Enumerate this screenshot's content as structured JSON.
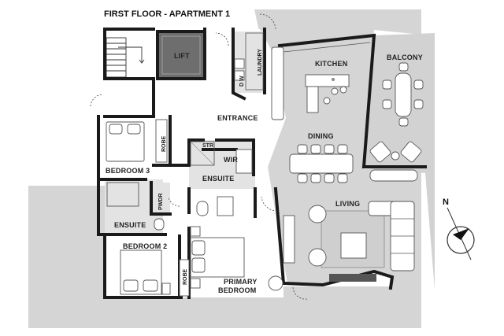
{
  "title": "FIRST FLOOR - APARTMENT 1",
  "rooms": {
    "lift": "LIFT",
    "laundry": "LAUNDRY",
    "kitchen": "KITCHEN",
    "balcony": "BALCONY",
    "entrance": "ENTRANCE",
    "dining": "DINING",
    "bedroom3": "BEDROOM 3",
    "robe1": "ROBE",
    "str": "STR",
    "wir": "WIR",
    "ensuite1": "ENSUITE",
    "pwdr": "PWDR",
    "ensuite2": "ENSUITE",
    "living": "LIVING",
    "bedroom2": "BEDROOM 2",
    "robe2": "ROBE",
    "primary1": "PRIMARY",
    "primary2": "BEDROOM",
    "dw": "D W"
  },
  "compass": {
    "label": "N"
  },
  "colors": {
    "outdoor": "#d5d5d5",
    "floor": "#ffffff",
    "wet_area": "#e3e3e3",
    "lift_fill": "#6e6e6e",
    "rug": "#cfcfcf",
    "wall": "#1a1a1a"
  }
}
